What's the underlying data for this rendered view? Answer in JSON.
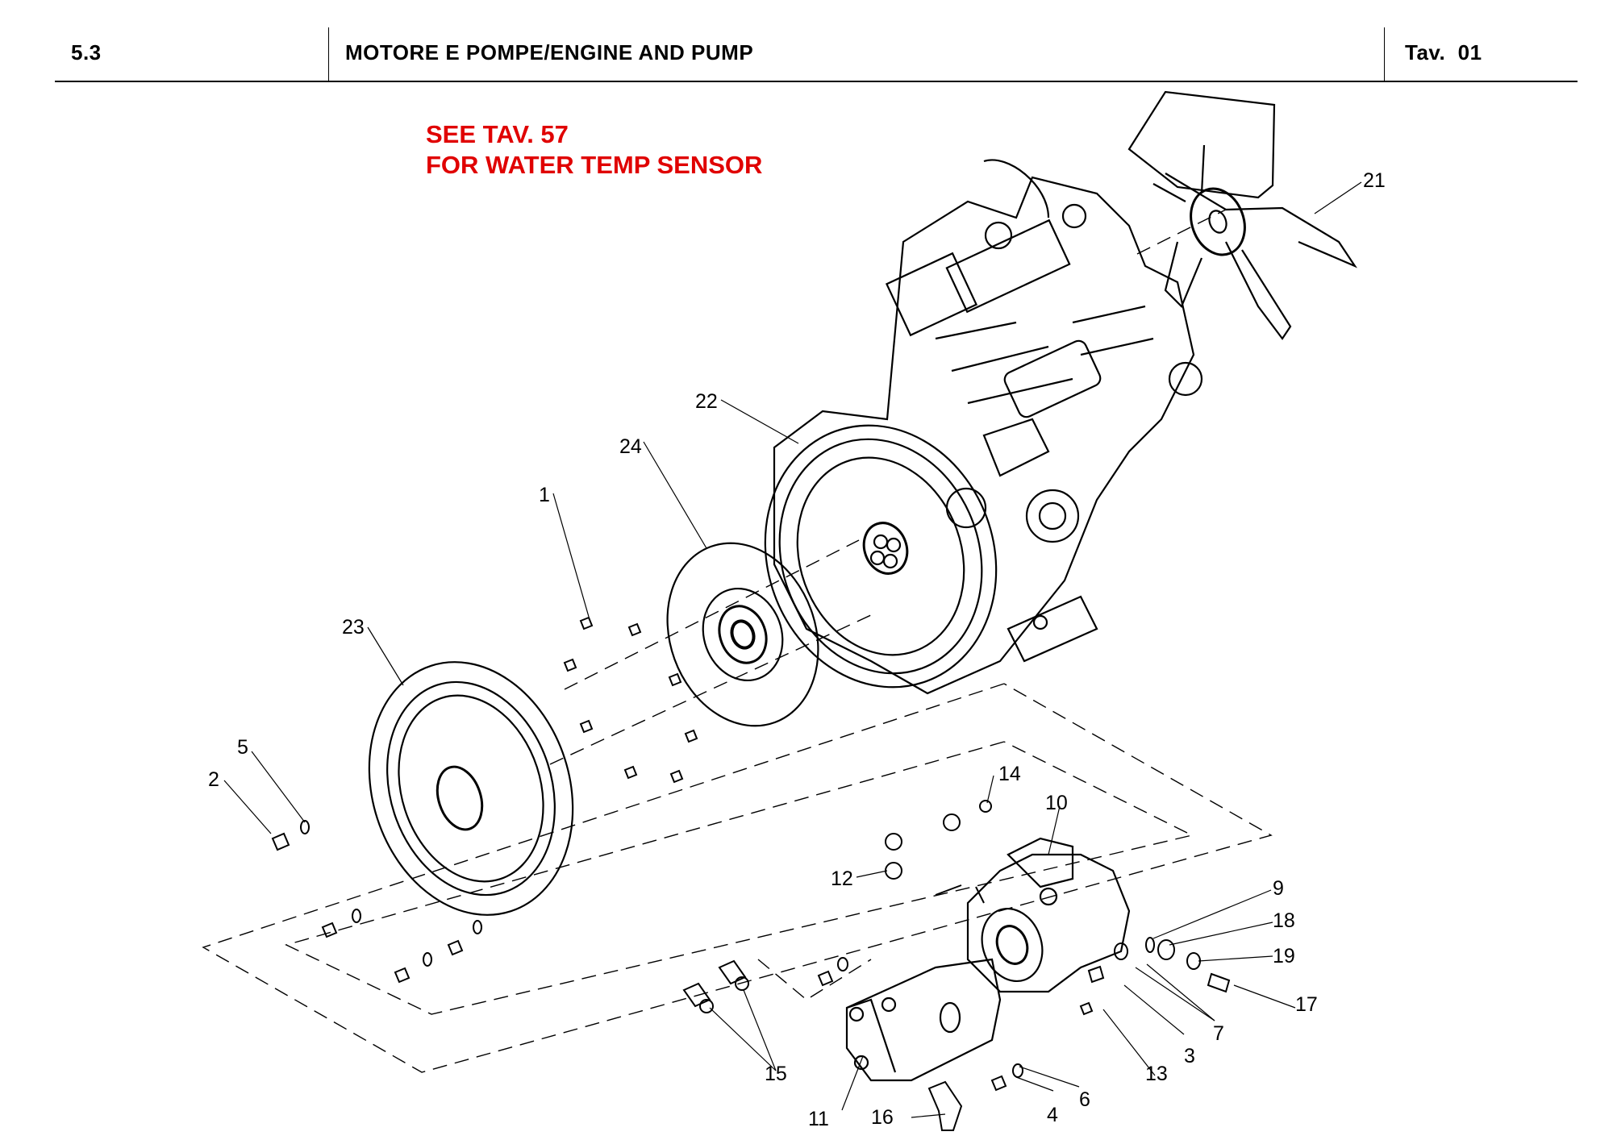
{
  "header": {
    "section": "5.3",
    "title": "MOTORE E POMPE/ENGINE AND PUMP",
    "table_ref": "Tav.  01"
  },
  "note": {
    "line1": "SEE TAV. 57",
    "line2": "FOR WATER TEMP SENSOR",
    "color": "#e00000"
  },
  "callouts": [
    "1",
    "2",
    "3",
    "4",
    "5",
    "6",
    "7",
    "9",
    "10",
    "11",
    "12",
    "13",
    "14",
    "15",
    "16",
    "17",
    "18",
    "19",
    "21",
    "22",
    "23",
    "24"
  ],
  "components": {
    "engine": "engine-assembly",
    "fan": "cooling-fan",
    "flywheel_housing_plate": "adapter-plate",
    "coupling_disc": "flexible-coupling",
    "hydrostatic_pump": "main-pump",
    "gear_pump": "auxiliary-gear-pump"
  }
}
